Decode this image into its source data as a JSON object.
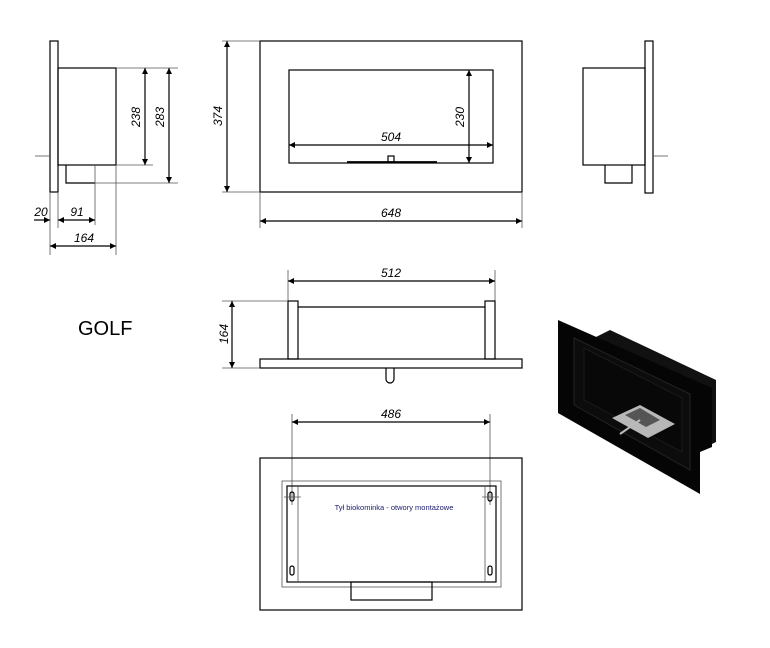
{
  "product_name": "GOLF",
  "dimensions": {
    "side_plate": "20",
    "side_protrusion": "91",
    "side_depth": "164",
    "side_height_inner": "238",
    "side_height_total": "283",
    "front_height": "374",
    "front_inner_height": "230",
    "front_inner_width": "504",
    "front_width": "648",
    "top_width": "512",
    "top_depth": "164",
    "back_hole_spacing": "486"
  },
  "back_view_note": "Tył biokominka - otwory montażowe",
  "colors": {
    "line": "#000000",
    "render_body": "#050505",
    "burner": "#b8b8b8"
  }
}
